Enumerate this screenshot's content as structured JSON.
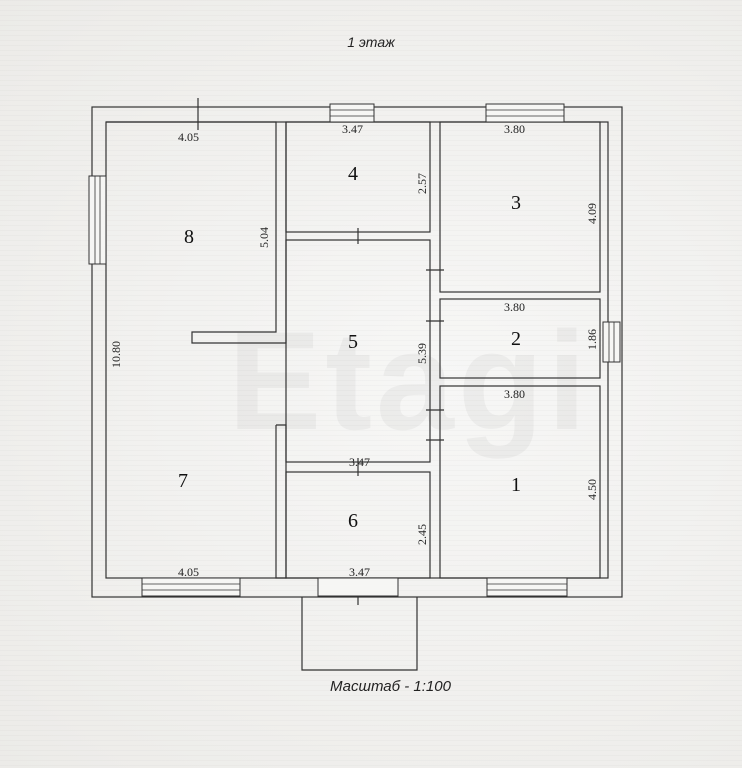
{
  "header": {
    "floor_title": "1 этаж"
  },
  "footer": {
    "scale": "Масштаб - 1:100"
  },
  "watermark": "Etagi",
  "rooms": {
    "r1": "1",
    "r2": "2",
    "r3": "3",
    "r4": "4",
    "r5": "5",
    "r6": "6",
    "r7": "7",
    "r8": "8"
  },
  "dimensions": {
    "room8_width": "4.05",
    "room8_height": "5.04",
    "room4_width": "3.47",
    "room4_height": "2.57",
    "room3_width": "3.80",
    "room3_height": "4.09",
    "room2_width": "3.80",
    "room2_height": "1.86",
    "room1_width": "3.80",
    "room1_height": "4.50",
    "room5_width": "3.47",
    "room5_height": "5.39",
    "room6_width": "3.47",
    "room6_height": "2.45",
    "room7_width": "4.05",
    "left_total_height": "10.80"
  }
}
